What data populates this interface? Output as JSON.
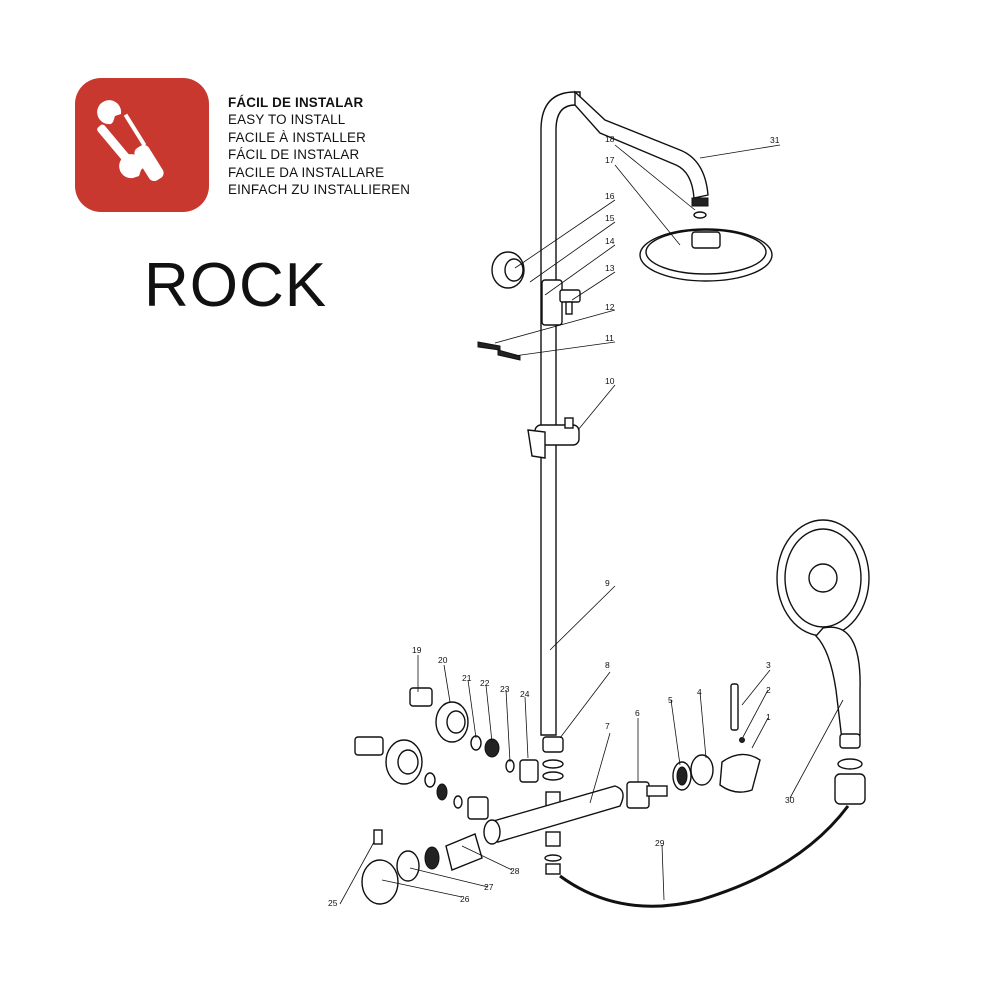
{
  "install_lines": [
    "FÁCIL DE INSTALAR",
    "EASY TO INSTALL",
    "FACILE À INSTALLER",
    "FÁCIL DE INSTALAR",
    "FACILE DA INSTALLARE",
    "EINFACH ZU INSTALLIEREN"
  ],
  "model_name": "ROCK",
  "badge_icon": "wrench-screwdriver-icon",
  "badge_color": "#c8382f",
  "parts": [
    "1",
    "2",
    "3",
    "4",
    "5",
    "6",
    "7",
    "8",
    "9",
    "10",
    "11",
    "12",
    "13",
    "14",
    "15",
    "16",
    "17",
    "18",
    "19",
    "20",
    "21",
    "22",
    "23",
    "24",
    "25",
    "26",
    "27",
    "28",
    "29",
    "30",
    "31"
  ]
}
